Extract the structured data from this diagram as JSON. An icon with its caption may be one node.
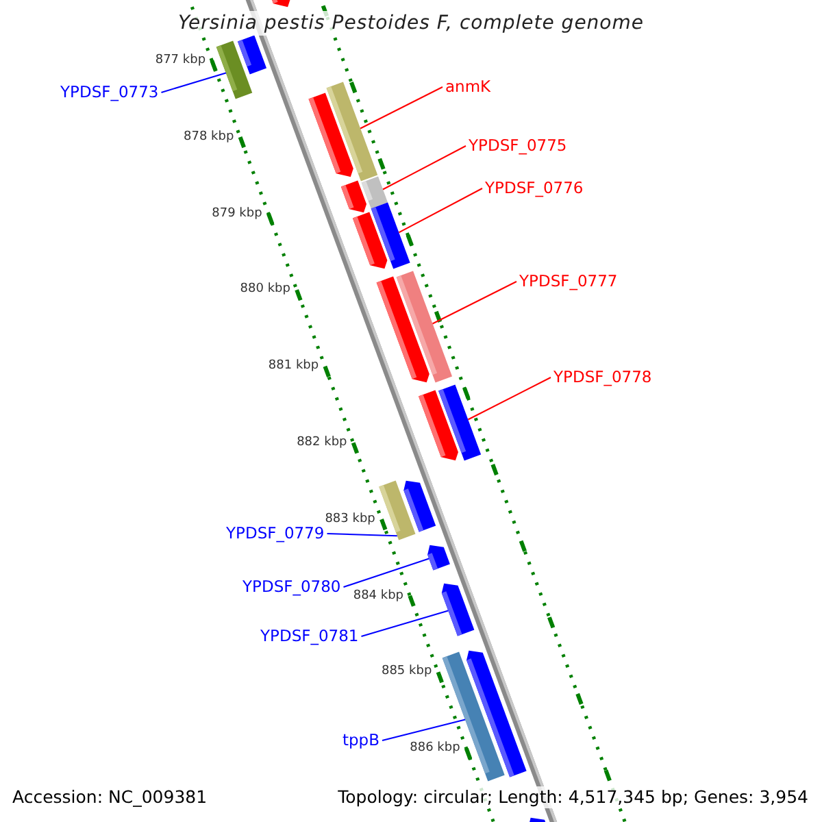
{
  "diagram": {
    "title": "Yersinia pestis Pestoides F, complete genome",
    "nodes": [
      {
        "text": [
          "YPDSF_0773"
        ]
      },
      {
        "text": [],
        "shape": "bar"
      },
      {
        "text": [
          "anmK"
        ]
      },
      {
        "text": [],
        "shape": "bar"
      },
      {
        "text": [
          "YPDSF_0775"
        ]
      },
      {
        "text": [],
        "shape": "bar"
      },
      {
        "text": [
          "YPDSF_0776"
        ]
      },
      {
        "text": [],
        "shape": "bar"
      },
      {
        "text": [
          "YPDSF_0777"
        ]
      },
      {
        "text": [],
        "shape": "bar"
      },
      {
        "text": [
          "YPDSF_0778"
        ]
      },
      {
        "text": [],
        "shape": "bar"
      },
      {
        "text": [
          "YPDSF_0779"
        ]
      },
      {
        "text": [],
        "shape": "bar"
      },
      {
        "text": [
          "YPDSF_0780"
        ]
      },
      {
        "text": [],
        "shape": "bar"
      },
      {
        "text": [
          "YPDSF_0781"
        ]
      },
      {
        "text": [],
        "shape": "bar"
      },
      {
        "text": [
          "tppB"
        ]
      },
      {
        "text": [],
        "shape": "bar"
      },
      {
        "text": [],
        "shape": "bar"
      },
      {
        "text": [],
        "shape": "bar"
      },
      {
        "text": [],
        "shape": "bar"
      },
      {
        "text": [],
        "shape": "bar"
      },
      {
        "text": [],
        "shape": "bar"
      },
      {
        "text": [],
        "shape": "bar"
      },
      {
        "text": [],
        "shape": "bar"
      },
      {
        "text": [],
        "shape": "bar"
      },
      {
        "text": [],
        "shape": "bar"
      },
      {
        "text": [],
        "shape": "bar"
      }
    ],
    "edges": [
      {
        "from": 0,
        "to": 1,
        "arrow": "none",
        "color": "#0000ff"
      },
      {
        "from": 2,
        "to": 3,
        "arrow": "none",
        "color": "#ff0000"
      },
      {
        "from": 4,
        "to": 5,
        "arrow": "none",
        "color": "#ff0000"
      },
      {
        "from": 6,
        "to": 7,
        "arrow": "none",
        "color": "#ff0000"
      },
      {
        "from": 8,
        "to": 9,
        "arrow": "none",
        "color": "#ff0000"
      },
      {
        "from": 10,
        "to": 11,
        "arrow": "none",
        "color": "#ff0000"
      },
      {
        "from": 12,
        "to": 13,
        "arrow": "none",
        "color": "#0000ff"
      },
      {
        "from": 14,
        "to": 15,
        "arrow": "none",
        "color": "#0000ff"
      },
      {
        "from": 16,
        "to": 17,
        "arrow": "none",
        "color": "#0000ff"
      },
      {
        "from": 18,
        "to": 19,
        "arrow": "none",
        "color": "#0000ff"
      }
    ],
    "labels": [
      "877 kbp",
      "878 kbp",
      "879 kbp",
      "880 kbp",
      "881 kbp",
      "882 kbp",
      "883 kbp",
      "884 kbp",
      "885 kbp",
      "886 kbp",
      "Accession: NC_009381",
      "Topology: circular; Length: 4,517,345 bp; Genes: 3,954"
    ]
  }
}
